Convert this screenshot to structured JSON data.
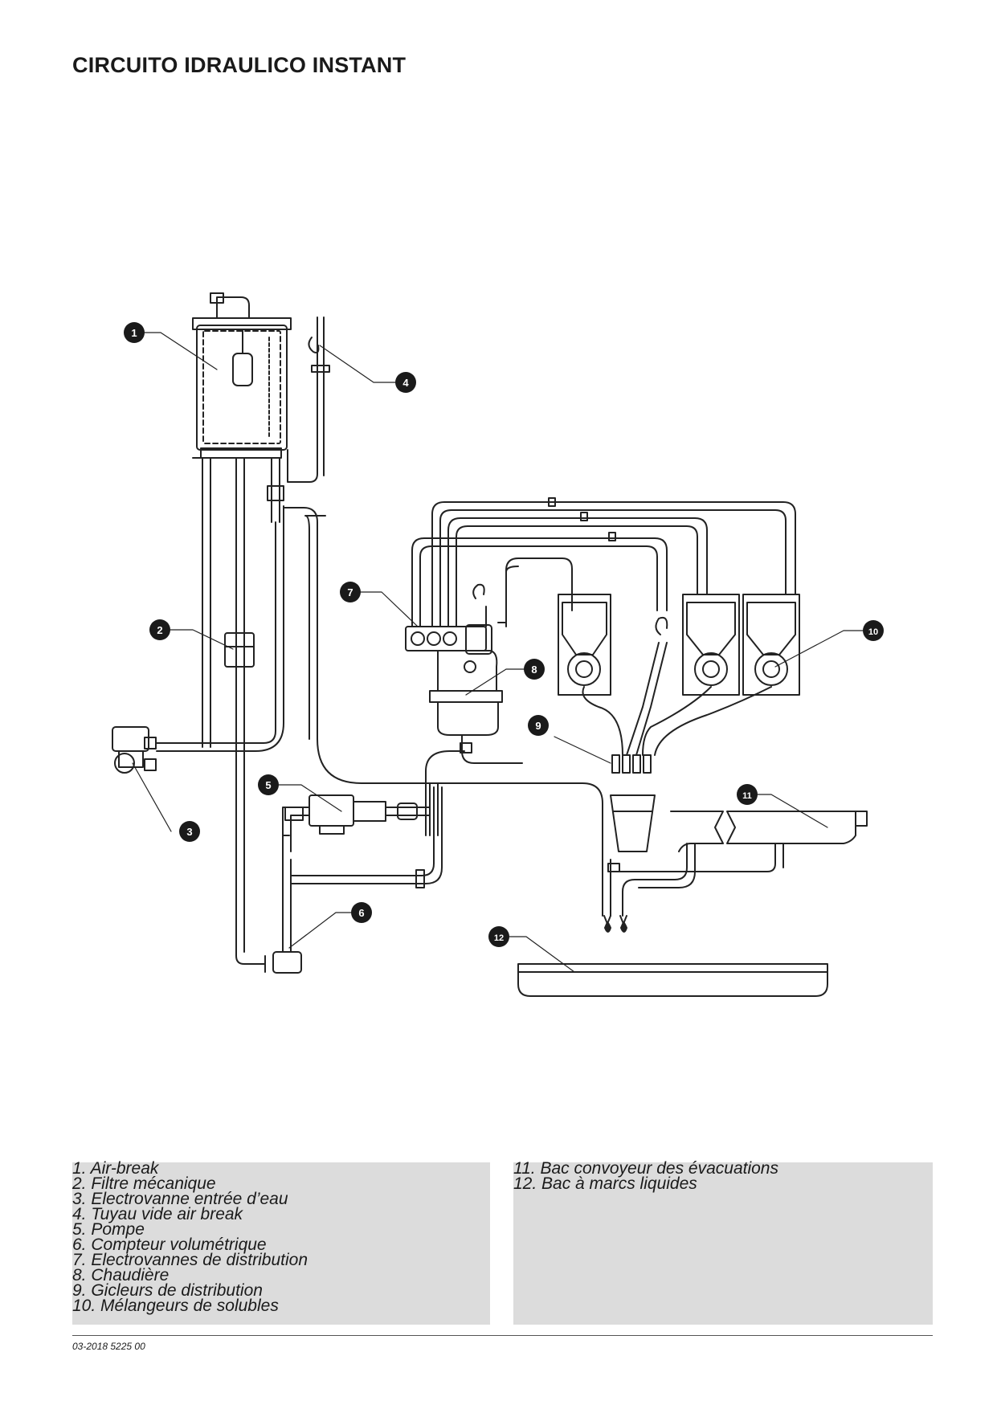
{
  "title": "CIRCUITO IDRAULICO INSTANT",
  "callouts": [
    "1",
    "2",
    "3",
    "4",
    "5",
    "6",
    "7",
    "8",
    "9",
    "10",
    "11",
    "12"
  ],
  "legend_left": [
    "1.  Air-break",
    "2.  Filtre mécanique",
    "3.  Electrovanne entrée d’eau",
    "4.  Tuyau vide air break",
    "5.  Pompe",
    "6.  Compteur volumétrique",
    "7.  Electrovannes de distribution",
    "8.  Chaudière",
    "9.  Gicleurs de distribution",
    "10.  Mélangeurs de solubles"
  ],
  "legend_right": [
    "11.  Bac convoyeur des évacuations",
    "12.  Bac à marcs liquides"
  ],
  "footer_code": "03-2018 5225 00"
}
